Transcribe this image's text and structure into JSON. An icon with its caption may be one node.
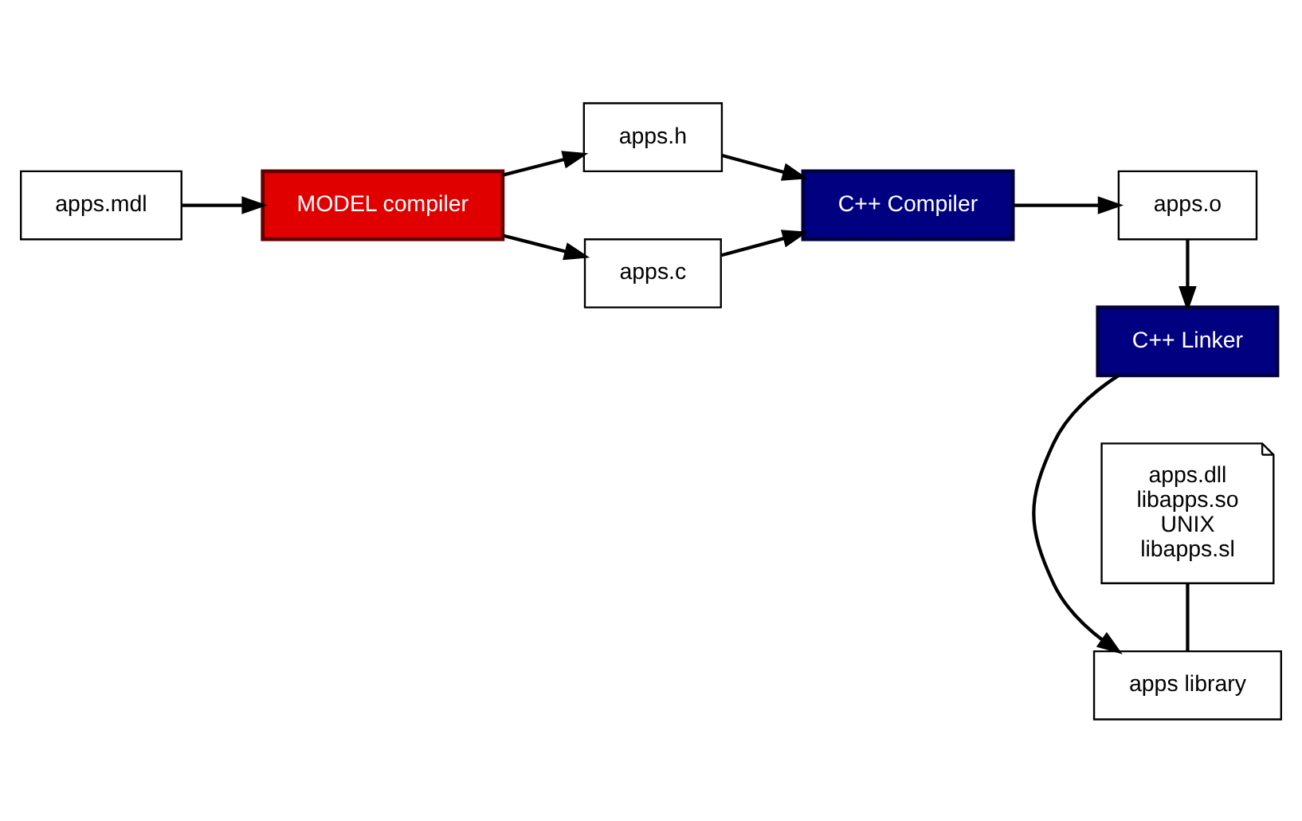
{
  "diagram": {
    "nodes": [
      {
        "text": [
          "apps.mdl"
        ]
      },
      {
        "text": [
          "MODEL compiler"
        ]
      },
      {
        "text": [
          "apps.h"
        ]
      },
      {
        "text": [
          "apps.c"
        ]
      },
      {
        "text": [
          "C++ Compiler"
        ]
      },
      {
        "text": [
          "apps.o"
        ]
      },
      {
        "text": [
          "C++ Linker"
        ]
      },
      {
        "text": [
          "apps library"
        ]
      },
      {
        "text": [
          "apps.dll",
          "libapps.so",
          "UNIX",
          "libapps.sl"
        ]
      }
    ],
    "edges": [
      {
        "from": 0,
        "to": 1,
        "arrow": "to"
      },
      {
        "from": 1,
        "to": 2,
        "arrow": "to"
      },
      {
        "from": 1,
        "to": 3,
        "arrow": "to"
      },
      {
        "from": 2,
        "to": 4,
        "arrow": "to"
      },
      {
        "from": 3,
        "to": 4,
        "arrow": "to"
      },
      {
        "from": 4,
        "to": 5,
        "arrow": "to"
      },
      {
        "from": 5,
        "to": 6,
        "arrow": "to"
      },
      {
        "from": 6,
        "to": 7,
        "arrow": "to"
      },
      {
        "from": 8,
        "to": 7,
        "arrow": "none"
      }
    ]
  }
}
